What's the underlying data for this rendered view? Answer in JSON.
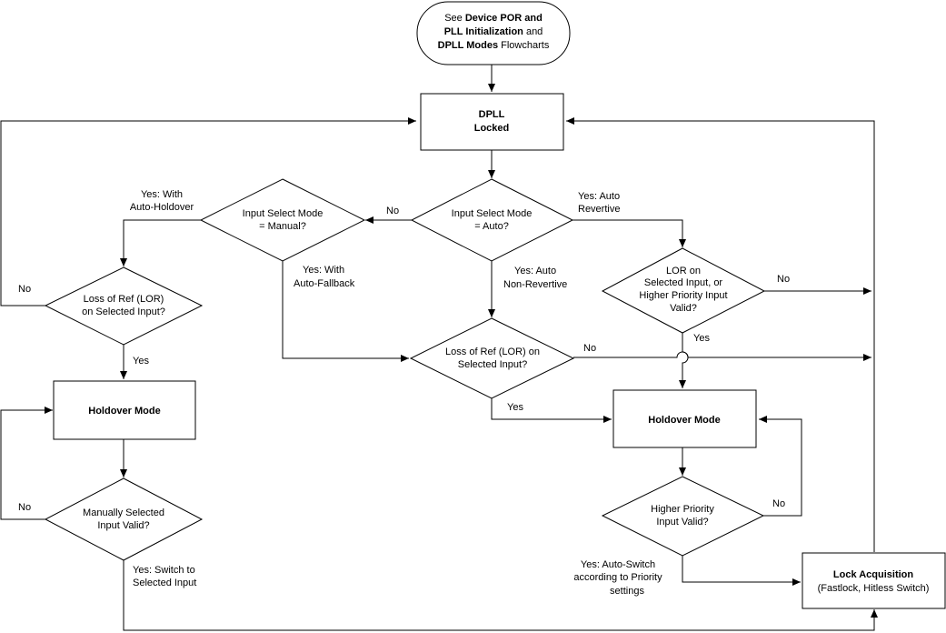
{
  "start": {
    "lines": [
      [
        {
          "t": "See ",
          "b": false
        },
        {
          "t": "Device POR and",
          "b": true
        }
      ],
      [
        {
          "t": "PLL Initialization",
          "b": true
        },
        {
          "t": " and",
          "b": false
        }
      ],
      [
        {
          "t": "DPLL Modes",
          "b": true
        },
        {
          "t": " Flowcharts",
          "b": false
        }
      ]
    ]
  },
  "dpll_locked": {
    "line1": "DPLL",
    "line2": "Locked"
  },
  "auto_decision": {
    "line1": "Input Select Mode",
    "line2": "= Auto?"
  },
  "manual_decision": {
    "line1": "Input Select Mode",
    "line2": "= Manual?"
  },
  "lor_right_decision": {
    "line1": "LOR on",
    "line2": "Selected Input, or",
    "line3": "Higher Priority Input",
    "line4": "Valid?"
  },
  "lor_center_decision": {
    "line1": "Loss of Ref (LOR) on",
    "line2": "Selected Input?"
  },
  "lor_left_decision": {
    "line1": "Loss of Ref (LOR)",
    "line2": "on Selected Input?"
  },
  "holdover_left": {
    "label": "Holdover Mode"
  },
  "holdover_right": {
    "label": "Holdover Mode"
  },
  "manual_valid_decision": {
    "line1": "Manually Selected",
    "line2": "Input Valid?"
  },
  "priority_valid_decision": {
    "line1": "Higher Priority",
    "line2": "Input Valid?"
  },
  "lock_acquisition": {
    "line1": "Lock Acquisition",
    "line2": "(Fastlock, Hitless Switch)"
  },
  "labels": {
    "yes_auto_holdover_1": "Yes: With",
    "yes_auto_holdover_2": "Auto-Holdover",
    "no_auto": "No",
    "yes_auto_revertive_1": "Yes: Auto",
    "yes_auto_revertive_2": "Revertive",
    "yes_fallback_1": "Yes: With",
    "yes_fallback_2": "Auto-Fallback",
    "yes_nonrevertive_1": "Yes: Auto",
    "yes_nonrevertive_2": "Non-Revertive",
    "no_lor_right": "No",
    "yes_lor_right": "Yes",
    "no_lor_left": "No",
    "yes_lor_left": "Yes",
    "no_lor_center": "No",
    "yes_lor_center": "Yes",
    "no_manual_valid": "No",
    "yes_switch_1": "Yes: Switch to",
    "yes_switch_2": "Selected Input",
    "no_priority": "No",
    "yes_autoswitch_1": "Yes: Auto-Switch",
    "yes_autoswitch_2": "according to Priority",
    "yes_autoswitch_3": "settings"
  }
}
